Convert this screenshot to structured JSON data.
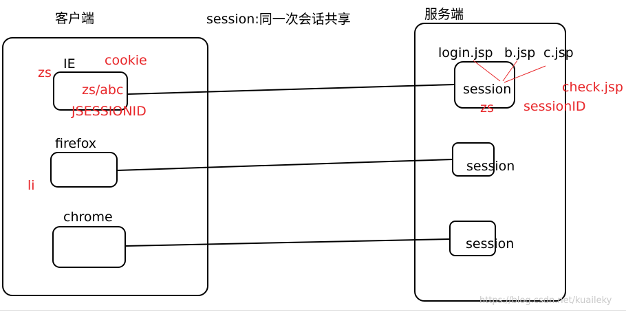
{
  "labels": {
    "client": "客户端",
    "title": "session:同一次会话共享",
    "server": "服务端",
    "ie": "IE",
    "firefox": "firefox",
    "chrome": "chrome",
    "cookie": "cookie",
    "zs_left": "zs",
    "zs_abc": "zs/abc",
    "jsessionid": "JSESSIONID",
    "li": "li",
    "login_jsp": "login.jsp",
    "b_jsp": "b.jsp",
    "c_jsp": "c.jsp",
    "check_jsp": "check.jsp",
    "session_1": "session",
    "session_2": "session",
    "session_3": "session",
    "zs_server": "zs",
    "sessionid": "sessionID",
    "watermark": "https://blog.csdn.net/kuaileky"
  },
  "colors": {
    "ink": "#000000",
    "annotation": "#e8272a",
    "watermark": "#c9c9c9"
  }
}
